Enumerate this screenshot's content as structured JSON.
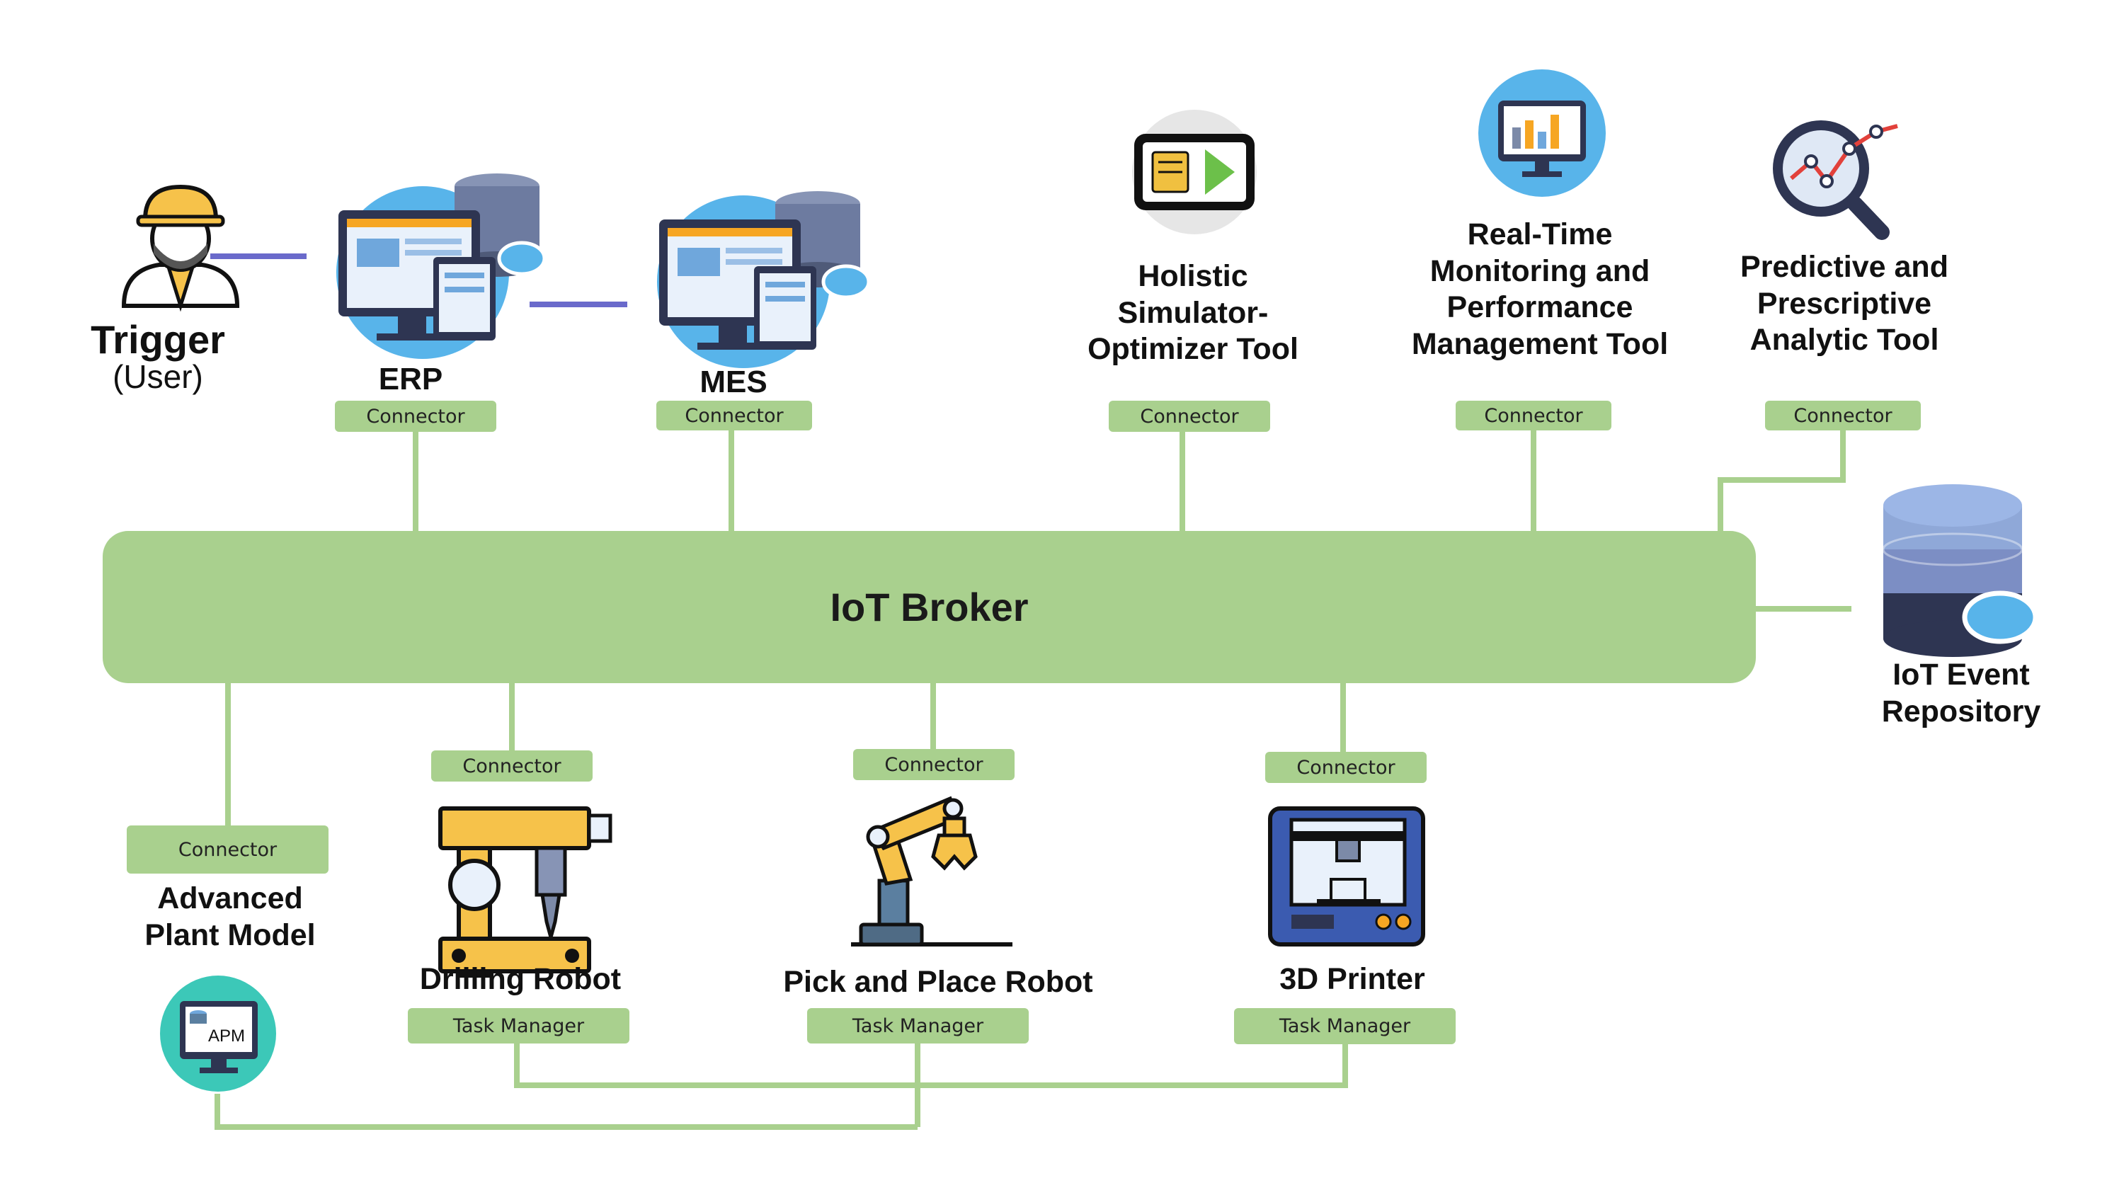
{
  "broker": {
    "label": "IoT Broker"
  },
  "trigger": {
    "title": "Trigger",
    "subtitle": "(User)"
  },
  "nodes": {
    "erp": {
      "label": "ERP",
      "connector": "Connector"
    },
    "mes": {
      "label": "MES",
      "connector": "Connector"
    },
    "simulator": {
      "label_lines": [
        "Holistic",
        "Simulator-",
        "Optimizer Tool"
      ],
      "connector": "Connector"
    },
    "monitoring": {
      "label_lines": [
        "Real-Time",
        "Monitoring and",
        "Performance",
        "Management Tool"
      ],
      "connector": "Connector"
    },
    "predictive": {
      "label_lines": [
        "Predictive and",
        "Prescriptive",
        "Analytic Tool"
      ],
      "connector": "Connector"
    },
    "event_repo": {
      "label_lines": [
        "IoT Event",
        "Repository"
      ]
    },
    "plant_model": {
      "label_lines": [
        "Advanced",
        "Plant Model"
      ],
      "connector": "Connector",
      "icon_text": "APM"
    },
    "drilling": {
      "label": "Drilling Robot",
      "connector": "Connector",
      "task_manager": "Task Manager"
    },
    "pickplace": {
      "label": "Pick and Place Robot",
      "connector": "Connector",
      "task_manager": "Task Manager"
    },
    "printer": {
      "label": "3D Printer",
      "connector": "Connector",
      "task_manager": "Task Manager"
    }
  },
  "colors": {
    "connector_green": "#a9d08e",
    "line_purple": "#6a6acb",
    "icon_blue": "#58b4ea"
  }
}
